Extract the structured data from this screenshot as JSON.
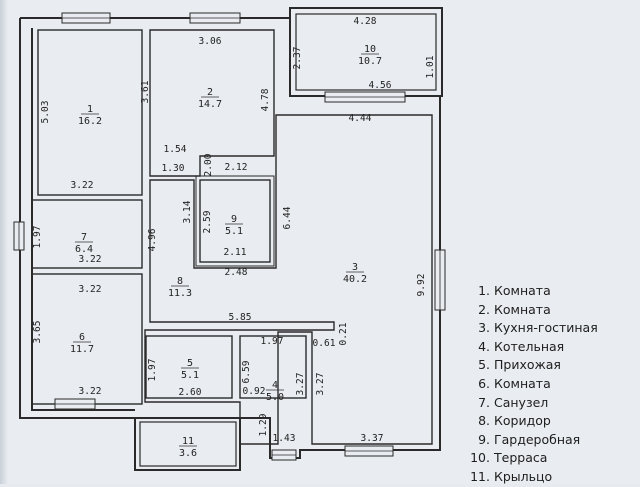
{
  "plan": {
    "rooms": [
      {
        "id": "room-1",
        "number": "1",
        "area": "16.2"
      },
      {
        "id": "room-2",
        "number": "2",
        "area": "14.7"
      },
      {
        "id": "room-3",
        "number": "3",
        "area": "40.2"
      },
      {
        "id": "room-4",
        "number": "4",
        "area": "5.0"
      },
      {
        "id": "room-5",
        "number": "5",
        "area": "5.1"
      },
      {
        "id": "room-6",
        "number": "6",
        "area": "11.7"
      },
      {
        "id": "room-7",
        "number": "7",
        "area": "6.4"
      },
      {
        "id": "room-8",
        "number": "8",
        "area": "11.3"
      },
      {
        "id": "room-9",
        "number": "9",
        "area": "5.1"
      },
      {
        "id": "room-10",
        "number": "10",
        "area": "10.7"
      },
      {
        "id": "room-11",
        "number": "11",
        "area": "3.6"
      }
    ],
    "dimensions": [
      "5.03",
      "3.22",
      "3.61",
      "3.06",
      "4.78",
      "2.12",
      "4.28",
      "2.37",
      "1.01",
      "4.56",
      "4.44",
      "1.54",
      "1.30",
      "2.00",
      "3.14",
      "2.59",
      "2.11",
      "2.48",
      "6.44",
      "9.92",
      "1.97",
      "3.22",
      "4.96",
      "3.22",
      "5.85",
      "0.21",
      "3.65",
      "1.97",
      "2.60",
      "1.97",
      "0.61",
      "6.59",
      "0.92",
      "3.27",
      "3.27",
      "1.29",
      "1.43",
      "3.37",
      "3.22"
    ]
  },
  "legend": [
    {
      "n": "1.",
      "label": "Комната"
    },
    {
      "n": "2.",
      "label": "Комната"
    },
    {
      "n": "3.",
      "label": "Кухня-гостиная"
    },
    {
      "n": "4.",
      "label": "Котельная"
    },
    {
      "n": "5.",
      "label": "Прихожая"
    },
    {
      "n": "6.",
      "label": "Комната"
    },
    {
      "n": "7.",
      "label": "Санузел"
    },
    {
      "n": "8.",
      "label": "Коридор"
    },
    {
      "n": "9.",
      "label": "Гардеробная"
    },
    {
      "n": "10.",
      "label": "Терраса"
    },
    {
      "n": "11.",
      "label": "Крыльцо"
    }
  ]
}
